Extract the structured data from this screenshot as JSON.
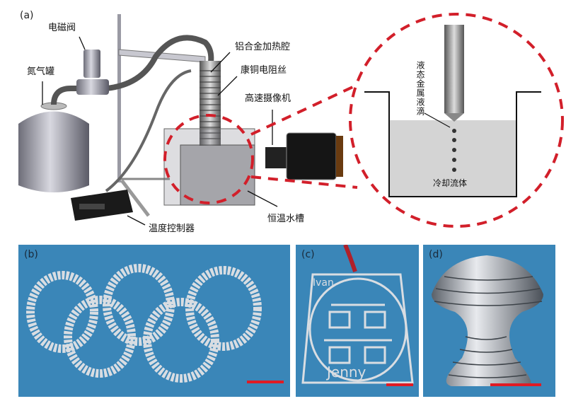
{
  "panel_a": {
    "letter": "(a)",
    "labels": {
      "solenoid_valve": "电磁阀",
      "nitrogen_tank": "氮气罐",
      "heating_chamber": "铝合金加热腔",
      "resistance_wire": "康铜电阻丝",
      "camera": "高速摄像机",
      "temp_controller": "温度控制器",
      "water_bath": "恒温水槽",
      "droplet": "液态金属液滴",
      "cooling_fluid": "冷却流体"
    }
  },
  "panel_b": {
    "letter": "(b)"
  },
  "panel_c": {
    "letter": "(c)",
    "name_top": "Ivan",
    "name_bottom": "Jenny"
  },
  "panel_d": {
    "letter": "(d)"
  },
  "colors": {
    "highlight": "#d21f2a",
    "photo_bg": "#3a86b8",
    "scale_bar": "#e01b24"
  }
}
